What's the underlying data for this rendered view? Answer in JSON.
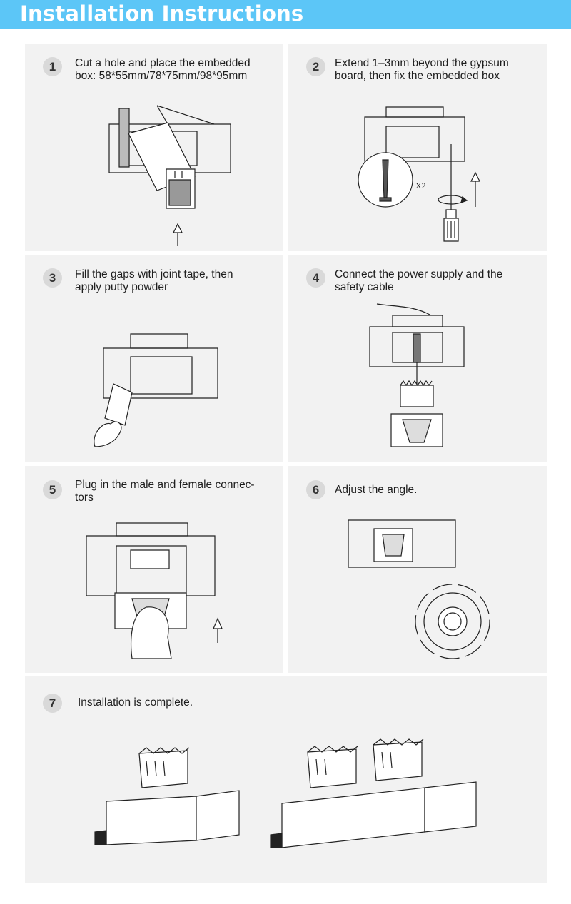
{
  "header": {
    "title": "Installation Instructions"
  },
  "steps": [
    {
      "number": "1",
      "lines": [
        "Cut a hole and place the embedded",
        "box: 58*55mm/78*75mm/98*95mm"
      ]
    },
    {
      "number": "2",
      "lines": [
        "Extend 1–3mm beyond the gypsum",
        "board, then fix the embedded box"
      ],
      "label": "X2"
    },
    {
      "number": "3",
      "lines": [
        "Fill the gaps with joint tape, then",
        "apply putty powder"
      ]
    },
    {
      "number": "4",
      "lines": [
        "Connect the power supply and the",
        "safety cable"
      ]
    },
    {
      "number": "5",
      "lines": [
        "Plug in the male and female connec-",
        "tors"
      ]
    },
    {
      "number": "6",
      "lines": [
        "Adjust the angle."
      ]
    },
    {
      "number": "7",
      "lines": [
        "Installation is complete."
      ]
    }
  ],
  "icons": [
    "arrow-up-icon",
    "screw-icon",
    "screwdriver-icon",
    "rotate-icon",
    "putty-knife-icon",
    "hand-icon",
    "spotlight-icon"
  ],
  "colors": {
    "header_bg": "#5cc6f7",
    "panel_bg": "#f2f2f2",
    "badge_bg": "#d9d9d9"
  }
}
